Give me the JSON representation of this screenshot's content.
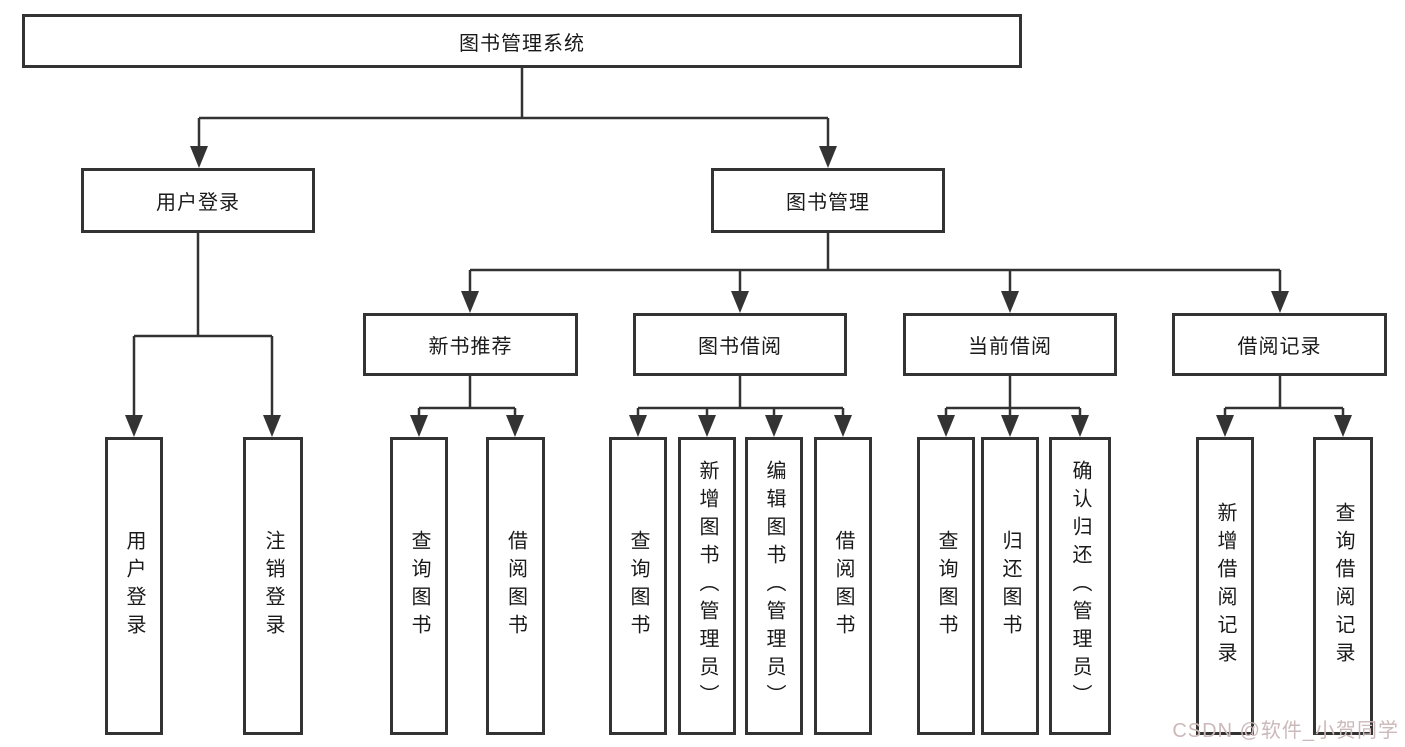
{
  "root": {
    "label": "图书管理系统"
  },
  "branches": [
    {
      "label": "用户登录",
      "children": [
        {
          "label": "用户登录"
        },
        {
          "label": "注销登录"
        }
      ]
    },
    {
      "label": "图书管理",
      "children": [
        {
          "label": "新书推荐",
          "children": [
            {
              "label": "查询图书"
            },
            {
              "label": "借阅图书"
            }
          ]
        },
        {
          "label": "图书借阅",
          "children": [
            {
              "label": "查询图书"
            },
            {
              "label": "新增图书（管理员）"
            },
            {
              "label": "编辑图书（管理员）"
            },
            {
              "label": "借阅图书"
            }
          ]
        },
        {
          "label": "当前借阅",
          "children": [
            {
              "label": "查询图书"
            },
            {
              "label": "归还图书"
            },
            {
              "label": "确认归还（管理员）"
            }
          ]
        },
        {
          "label": "借阅记录",
          "children": [
            {
              "label": "新增借阅记录"
            },
            {
              "label": "查询借阅记录"
            }
          ]
        }
      ]
    }
  ],
  "watermark": "CSDN @软件_小贺同学",
  "colors": {
    "line": "#333333",
    "text": "#1a1a1a",
    "watermark": "#ccb9b9",
    "background": "#ffffff"
  }
}
